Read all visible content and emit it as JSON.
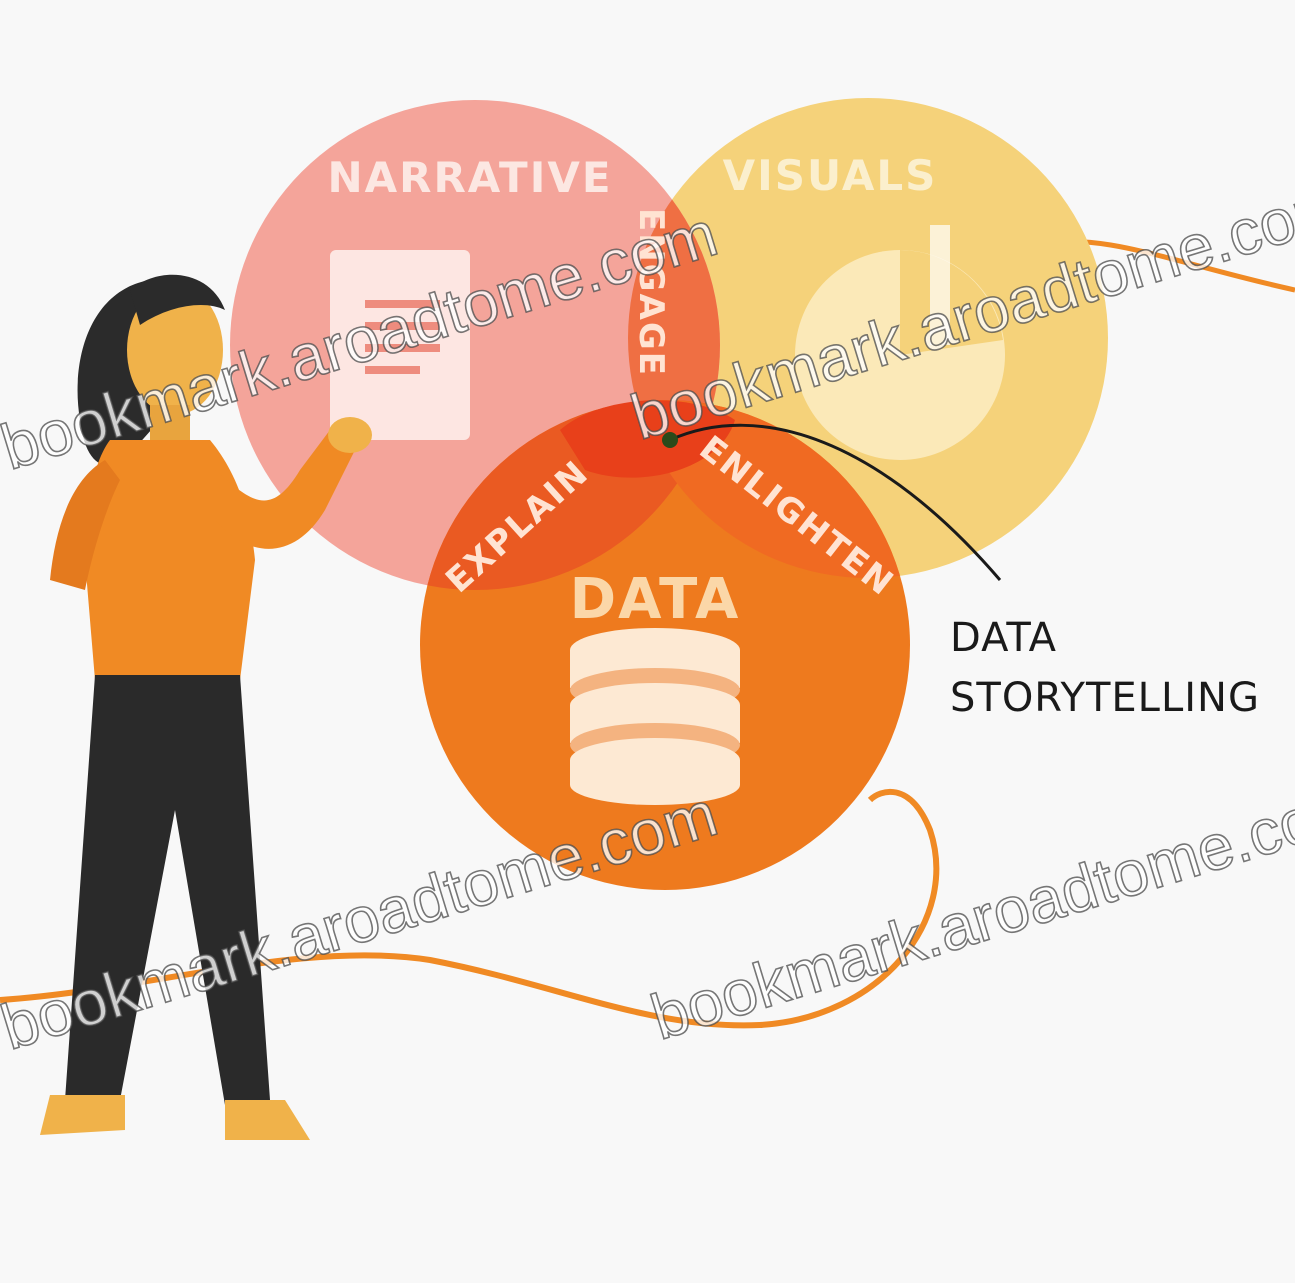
{
  "venn": {
    "narrative_label": "NARRATIVE",
    "visuals_label": "VISUALS",
    "data_label": "DATA",
    "engage_label": "ENGAGE",
    "explain_label": "EXPLAIN",
    "enlighten_label": "ENLIGHTEN"
  },
  "callout": {
    "line1": "DATA",
    "line2": "STORYTELLING"
  },
  "watermark": {
    "text": "bookmark.aroadtome.com"
  },
  "colors": {
    "narrative": "#f4a49a",
    "visuals": "#f5d27a",
    "data": "#ee7a1e",
    "engage_overlap": "#ef6f43",
    "center": "#e8401a",
    "shirt": "#f08a24",
    "pants": "#2a2a2a",
    "hair": "#2b2b2b"
  }
}
